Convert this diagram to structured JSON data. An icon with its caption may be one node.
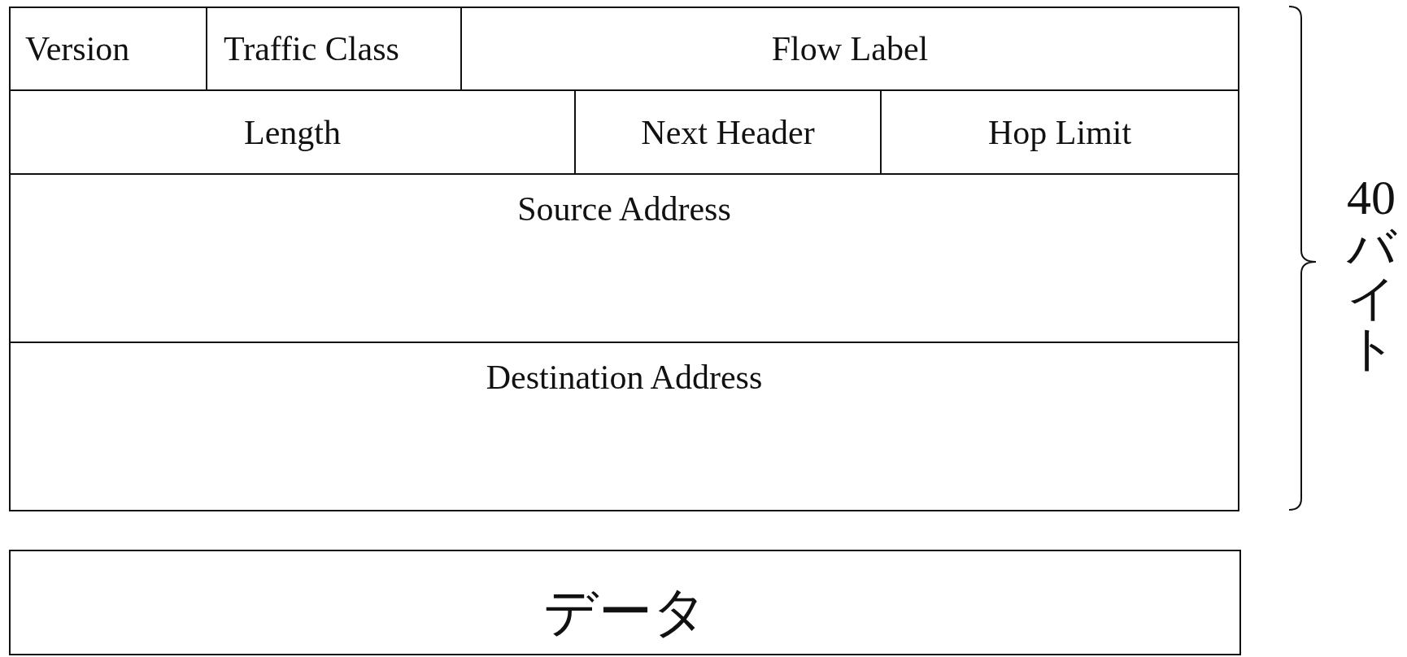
{
  "diagram": {
    "nodes": [
      {
        "text": [
          "Version"
        ]
      },
      {
        "text": [
          "Traffic Class"
        ]
      },
      {
        "text": [
          "Flow Label"
        ]
      },
      {
        "text": [
          "Length"
        ]
      },
      {
        "text": [
          "Next Header"
        ]
      },
      {
        "text": [
          "Hop Limit"
        ]
      },
      {
        "text": [
          "Source Address"
        ]
      },
      {
        "text": [
          "Destination Address"
        ]
      },
      {
        "text": [
          "データ"
        ]
      }
    ],
    "labels": [
      "40バイト"
    ]
  }
}
